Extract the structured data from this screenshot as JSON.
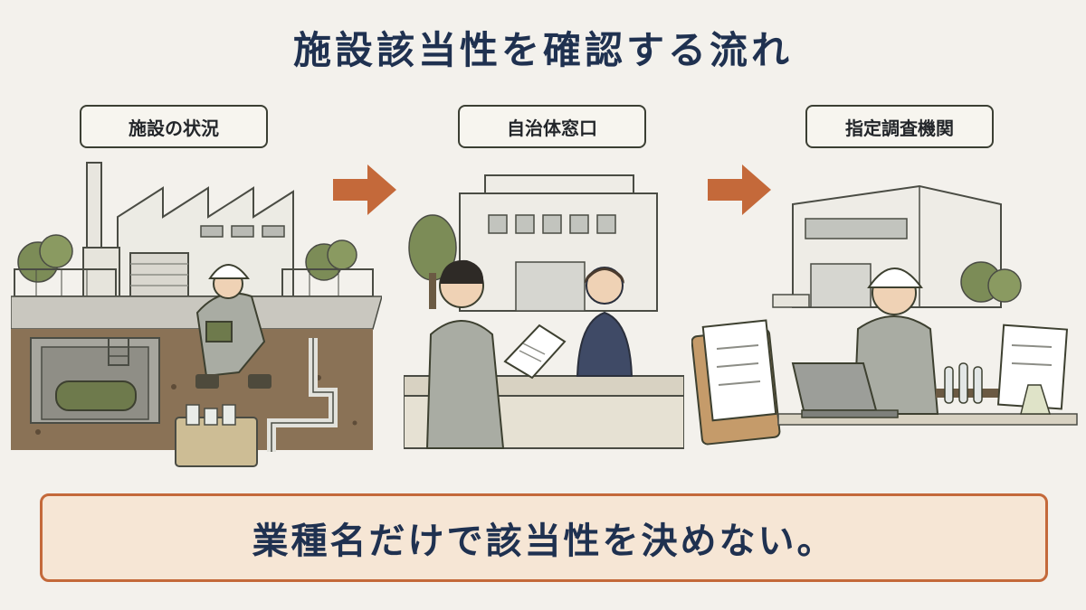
{
  "title": "施設該当性を確認する流れ",
  "steps": [
    {
      "label": "施設の状況"
    },
    {
      "label": "自治体窓口"
    },
    {
      "label": "指定調査機関"
    }
  ],
  "banner": "業種名だけで該当性を決めない。",
  "colors": {
    "title_text": "#1f3150",
    "arrow": "#c4693a",
    "banner_border": "#c4693a",
    "banner_fill": "#f6e6d5",
    "background": "#f3f1ec"
  }
}
